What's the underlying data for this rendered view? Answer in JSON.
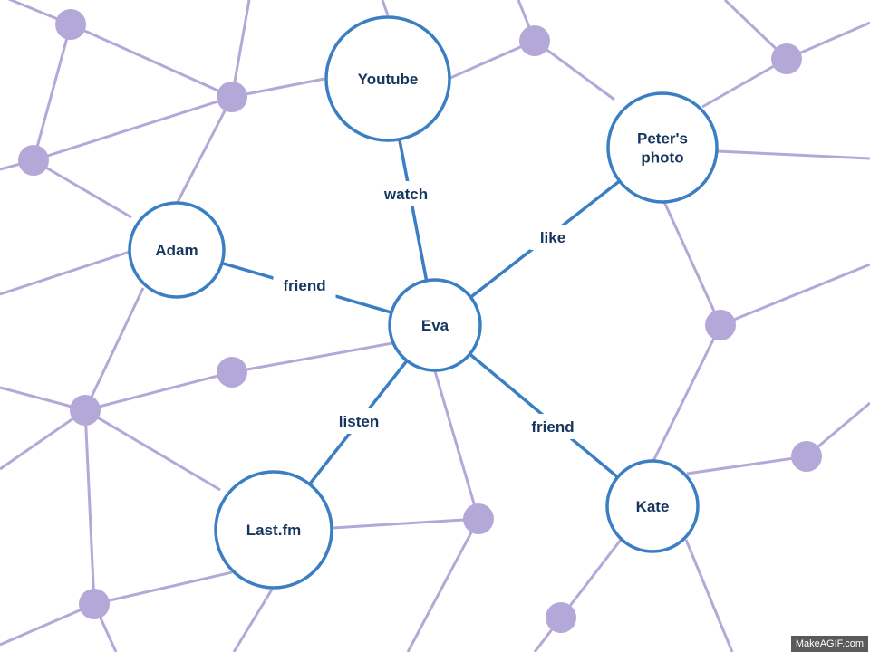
{
  "nodes": [
    {
      "id": "youtube",
      "label": "Youtube"
    },
    {
      "id": "peters_photo",
      "label": "Peter's\nphoto"
    },
    {
      "id": "adam",
      "label": "Adam"
    },
    {
      "id": "eva",
      "label": "Eva"
    },
    {
      "id": "lastfm",
      "label": "Last.fm"
    },
    {
      "id": "kate",
      "label": "Kate"
    }
  ],
  "edges": [
    {
      "from": "eva",
      "to": "youtube",
      "label": "watch"
    },
    {
      "from": "eva",
      "to": "peters_photo",
      "label": "like"
    },
    {
      "from": "eva",
      "to": "adam",
      "label": "friend"
    },
    {
      "from": "eva",
      "to": "lastfm",
      "label": "listen"
    },
    {
      "from": "eva",
      "to": "kate",
      "label": "friend"
    }
  ],
  "colors": {
    "node_stroke": "#3a7fc3",
    "label_text": "#16365e",
    "background_network": "#b3a8d8"
  },
  "watermark": "MakeAGIF.com"
}
